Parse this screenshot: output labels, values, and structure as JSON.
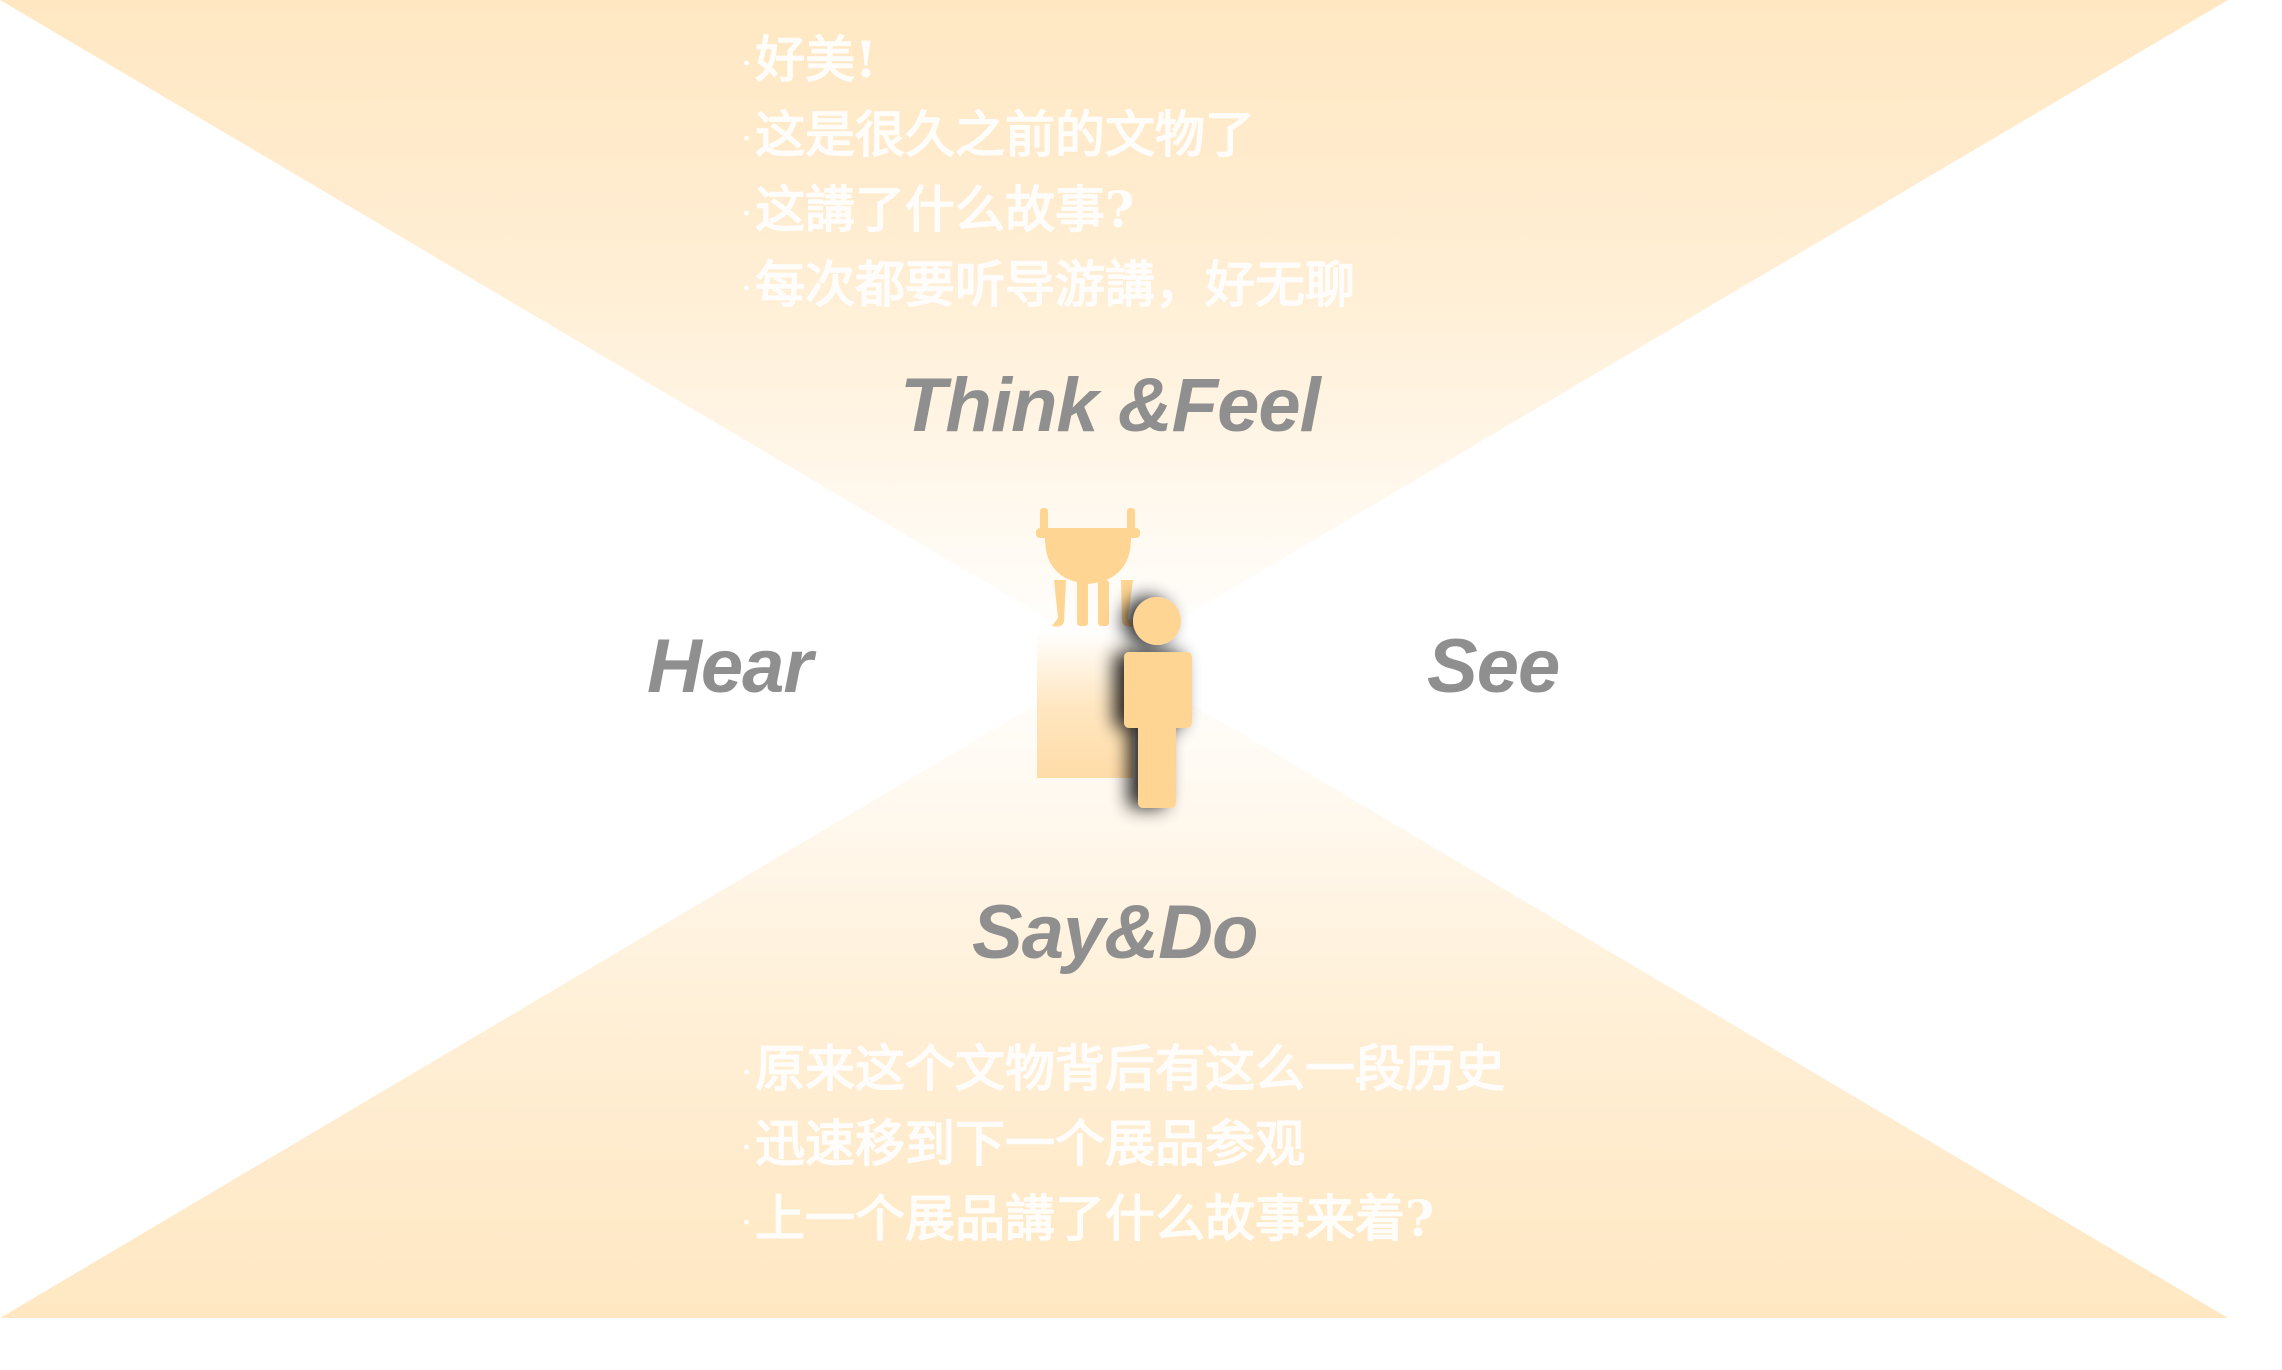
{
  "diagram": {
    "accent_color": "#ffe7c2",
    "icon_color": "#ffd594",
    "label_color": "#8f8f8f",
    "sections": {
      "think_feel": {
        "title": "Think &Feel",
        "items": [
          "好美!",
          "这是很久之前的文物了",
          "这講了什么故事?",
          "每次都要听导游講，好无聊"
        ]
      },
      "hear": {
        "title": "Hear"
      },
      "see": {
        "title": "See"
      },
      "say_do": {
        "title": "Say&Do",
        "items": [
          "原来这个文物背后有这么一段历史",
          "迅速移到下一个展品参观",
          "上一个展品講了什么故事来着?"
        ]
      }
    },
    "icons": [
      "bronze-ding-icon",
      "person-icon"
    ]
  }
}
